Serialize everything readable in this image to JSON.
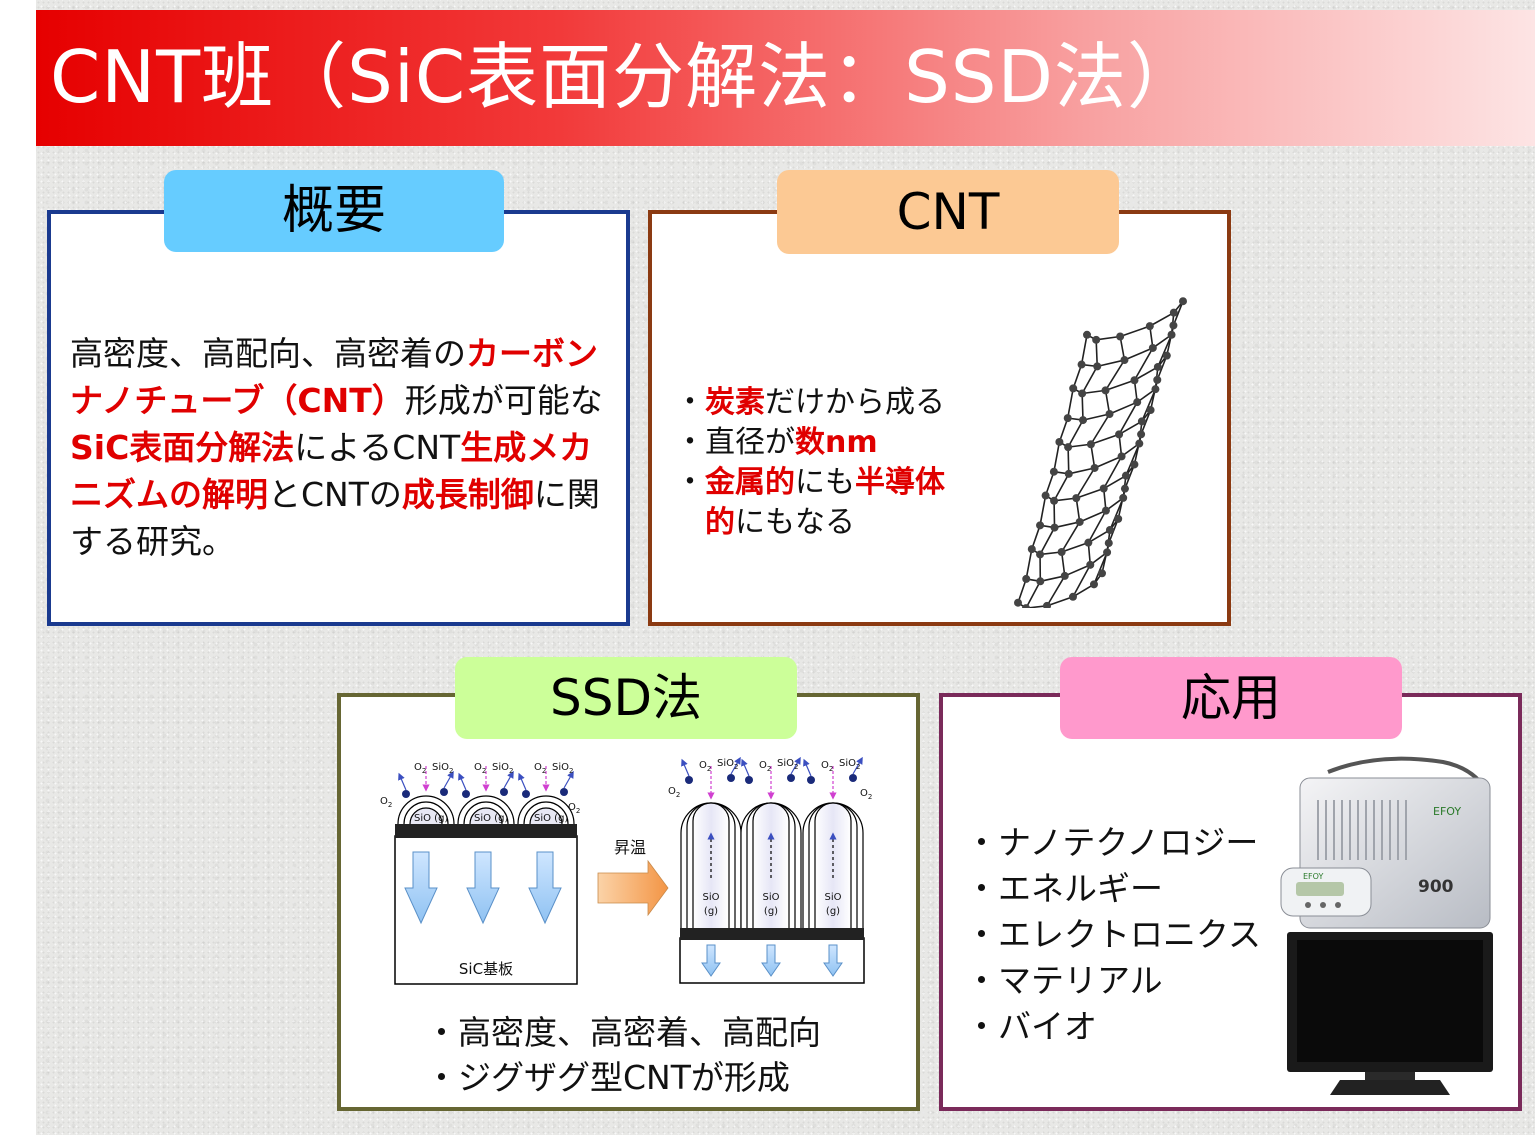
{
  "title": "CNT班（SiC表面分解法：SSD法）",
  "colors": {
    "title_red": "#e60000",
    "overview_border": "#1a3a8f",
    "cnt_border": "#8b3a12",
    "ssd_border": "#666633",
    "app_border": "#7a2a5a",
    "highlight": "#e00000"
  },
  "overview": {
    "tab": "概要",
    "segments": [
      {
        "text": "高密度、高配向、高密着の",
        "red": false
      },
      {
        "text": "カーボンナノチューブ（CNT）",
        "red": true
      },
      {
        "text": "形成が可能な",
        "red": false
      },
      {
        "text": "SiC表面分解法",
        "red": true
      },
      {
        "text": "によるCNT",
        "red": false
      },
      {
        "text": "生成メカニズムの解明",
        "red": true
      },
      {
        "text": "とCNTの",
        "red": false
      },
      {
        "text": "成長制御",
        "red": true
      },
      {
        "text": "に関する研究。",
        "red": false
      }
    ]
  },
  "cnt": {
    "tab": "CNT",
    "bullets": [
      [
        {
          "text": "・",
          "red": false
        },
        {
          "text": "炭素",
          "red": true
        },
        {
          "text": "だけから成る",
          "red": false
        }
      ],
      [
        {
          "text": "・直径が",
          "red": false
        },
        {
          "text": "数nm",
          "red": true
        }
      ],
      [
        {
          "text": "・",
          "red": false
        },
        {
          "text": "金属的",
          "red": true
        },
        {
          "text": "にも",
          "red": false
        },
        {
          "text": "半導体",
          "red": true
        }
      ],
      [
        {
          "text": "　",
          "red": false
        },
        {
          "text": "的",
          "red": true
        },
        {
          "text": "にもなる",
          "red": false
        }
      ]
    ]
  },
  "ssd": {
    "tab": "SSD法",
    "diagram": {
      "o2": "O",
      "o2_sub": "2",
      "sio2": "SiO",
      "sio2_sub": "2",
      "sio_g": "SiO (g)",
      "sio": "SiO",
      "g": "(g)",
      "substrate": "SiC基板",
      "heat": "昇温"
    },
    "bullets": [
      "・高密度、高密着、高配向",
      "・ジグザグ型CNTが形成"
    ]
  },
  "application": {
    "tab": "応用",
    "items": [
      "・ナノテクノロジー",
      "・エネルギー",
      "・エレクトロニクス",
      "・マテリアル",
      "・バイオ"
    ],
    "device_brand": "EFOY",
    "device_model": "900"
  }
}
